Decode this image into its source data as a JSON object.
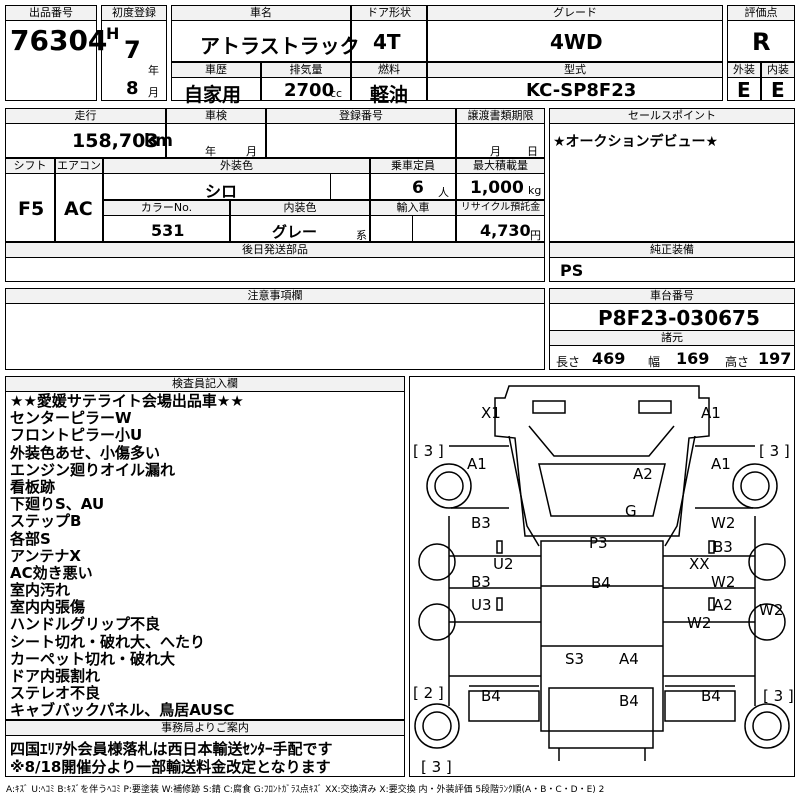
{
  "top": {
    "lot_no_label": "出品番号",
    "lot_no": "76304",
    "first_reg_label": "初度登録",
    "era": "H",
    "year": "7",
    "year_unit": "年",
    "month": "8",
    "month_unit": "月",
    "car_name_label": "車名",
    "car_name": "アトラストラック",
    "car_history_label": "車歴",
    "car_history": "自家用",
    "door_label": "ドア形状",
    "door": "4T",
    "displacement_label": "排気量",
    "displacement": "2700",
    "displacement_unit": "cc",
    "fuel_label": "燃料",
    "fuel": "軽油",
    "grade_label": "グレード",
    "grade": "4WD",
    "model_label": "型式",
    "model": "KC-SP8F23",
    "score_label": "評価点",
    "score": "R",
    "ext_label": "外装",
    "ext": "E",
    "int_label": "内装",
    "int": "E"
  },
  "row2": {
    "mileage_label": "走行",
    "mileage": "158,703",
    "mileage_unit": "km",
    "inspection_label": "車検",
    "insp_year_unit": "年",
    "insp_month_unit": "月",
    "reg_no_label": "登録番号",
    "transfer_label": "譲渡書類期限",
    "transfer_month_unit": "月",
    "transfer_day_unit": "日",
    "sales_point_label": "セールスポイント",
    "sales_point": "★オークションデビュー★",
    "shift_label": "シフト",
    "shift": "F5",
    "aircon_label": "エアコン",
    "aircon": "AC",
    "ext_color_label": "外装色",
    "ext_color": "シロ",
    "capacity_label": "乗車定員",
    "capacity": "6",
    "capacity_unit": "人",
    "max_load_label": "最大積載量",
    "max_load": "1,000",
    "max_load_unit": "kg",
    "color_no_label": "カラーNo.",
    "color_no": "531",
    "int_color_label": "内装色",
    "int_color": "グレー",
    "int_color_unit": "系",
    "import_label": "輸入車",
    "recycle_label": "リサイクル預託金",
    "recycle": "4,730",
    "recycle_unit": "円",
    "later_parts_label": "後日発送部品",
    "genuine_label": "純正装備",
    "genuine": "PS",
    "notes_label": "注意事項欄",
    "chassis_label": "車台番号",
    "chassis": "P8F23-030675",
    "dims_label": "諸元",
    "length_label": "長さ",
    "length": "469",
    "width_label": "幅",
    "width": "169",
    "height_label": "高さ",
    "height": "197"
  },
  "inspector": {
    "label": "検査員記入欄",
    "lines": [
      "★★愛媛サテライト会場出品車★★",
      "センターピラーW",
      "フロントピラー小U",
      "外装色あせ、小傷多い",
      "エンジン廻りオイル漏れ",
      "看板跡",
      "下廻りS、AU",
      "ステップB",
      "各部S",
      "アンテナX",
      "AC効き悪い",
      "室内汚れ",
      "室内内張傷",
      "ハンドルグリップ不良",
      "シート切れ・破れ大、へたり",
      "カーペット切れ・破れ大",
      "ドア内張割れ",
      "ステレオ不良",
      "キャブバックパネル、鳥居AUSC"
    ]
  },
  "office": {
    "label": "事務局よりご案内",
    "line1": "四国ｴﾘｱ外会員様落札は西日本輸送ｾﾝﾀｰ手配です",
    "line2": "※8/18開催分より一部輸送料金改定となります"
  },
  "diagram": {
    "marks": {
      "x1": "X1",
      "a1_tr": "A1",
      "a1_fl": "A1",
      "a1_fr": "A1",
      "a2_top": "A2",
      "g": "G",
      "b3_l": "B3",
      "w2_r1": "W2",
      "p3": "P3",
      "b3_r": "B3",
      "u2": "U2",
      "xx": "XX",
      "b3_l2": "B3",
      "b4_c": "B4",
      "w2_r2": "W2",
      "u3": "U3",
      "a2_r": "A2",
      "w2_far": "W2",
      "w2_r3": "W2",
      "s3": "S3",
      "a4": "A4",
      "b4_l": "B4",
      "b4_c2": "B4",
      "b4_r": "B4"
    },
    "brackets": {
      "tl": "[ 3 ]",
      "tr": "[ 3 ]",
      "bl": "[ 2 ]",
      "br": "[ 3 ]",
      "b": "[ 3 ]"
    }
  },
  "legend": "A:ｷｽﾞ U:ﾍｺﾐ B:ｷｽﾞを伴うﾍｺﾐ P:要塗装 W:補修跡 S:錆 C:腐食 G:ﾌﾛﾝﾄｶﾞﾗｽ点ｷｽﾞ XX:交換済み X:要交換 内・外装評価 5段階ﾗﾝｸ順(A・B・C・D・E) 2"
}
